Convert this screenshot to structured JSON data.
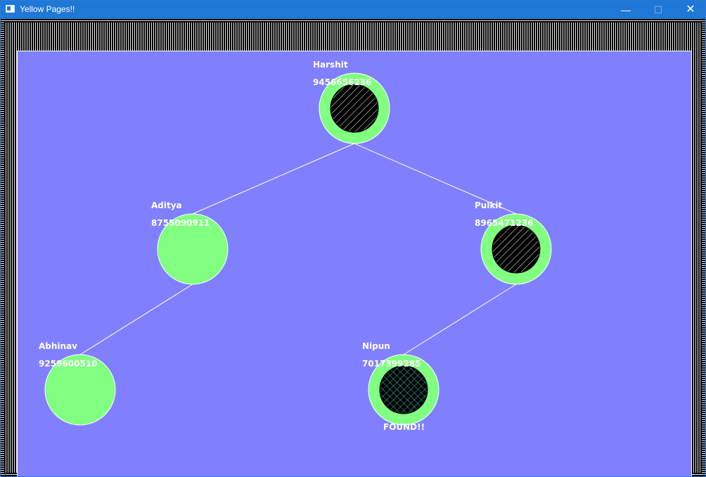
{
  "window": {
    "title": "Yellow Pages!!",
    "controls": {
      "minimize": "—",
      "maximize": "☐",
      "close": "✕"
    }
  },
  "canvas": {
    "background": "#8080ff",
    "node_fill": "#80ff80",
    "edge_color": "#ffffff",
    "label_bg": "#000000",
    "label_fg": "#ffffff"
  },
  "tree": {
    "nodes": [
      {
        "id": "harshit",
        "name": "Harshit",
        "phone": "9456656236",
        "marker": "hatched"
      },
      {
        "id": "aditya",
        "name": "Aditya",
        "phone": "8755090911",
        "marker": "none"
      },
      {
        "id": "pulkit",
        "name": "Pulkit",
        "phone": "8965471236",
        "marker": "hatched"
      },
      {
        "id": "abhinav",
        "name": "Abhinav",
        "phone": "9259600510",
        "marker": "none"
      },
      {
        "id": "nipun",
        "name": "Nipun",
        "phone": "7017399285",
        "marker": "crosshatched",
        "status": "FOUND!!"
      }
    ],
    "edges": [
      [
        "harshit",
        "aditya"
      ],
      [
        "harshit",
        "pulkit"
      ],
      [
        "aditya",
        "abhinav"
      ],
      [
        "pulkit",
        "nipun"
      ]
    ]
  }
}
